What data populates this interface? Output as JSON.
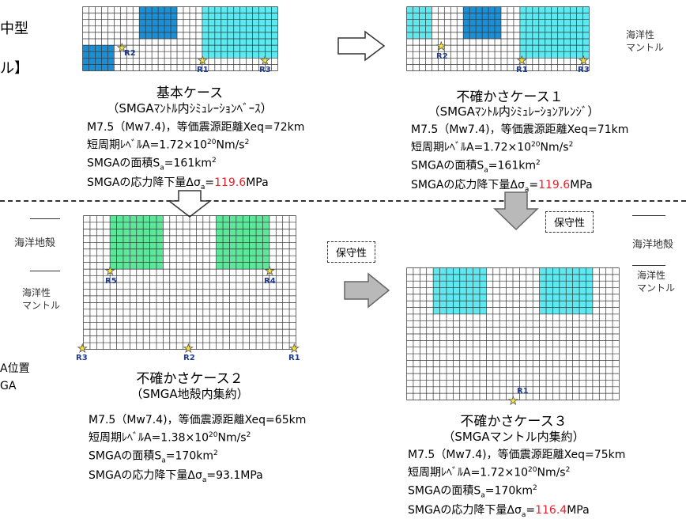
{
  "header": {
    "line1": "中型",
    "line2": "ル】"
  },
  "left_legend": {
    "line1": "A位置",
    "line2": "GA"
  },
  "side_labels": {
    "oceanic_mantle": "海洋性\nマントル",
    "oceanic_crust": "海洋地殻"
  },
  "badges": {
    "conservative": "保守性"
  },
  "cases": {
    "base": {
      "title": "基本ケース",
      "subtitle": "（SMGAﾏﾝﾄﾙ内ｼﾐｭﾚｰｼｮﾝﾍﾞｰｽ）",
      "p1": "M7.5（Mw7.4)，等価震源距離Xeq=72km",
      "p2_a": "短周期ﾚﾍﾞﾙA=1.72×10",
      "p2_exp": "20",
      "p2_b": "Nm/s",
      "p2_exp2": "2",
      "p3_a": "SMGAの面積S",
      "p3_sub": "a",
      "p3_b": "=161km",
      "p3_exp": "2",
      "p4_a": "SMGAの応力降下量Δσ",
      "p4_sub": "a",
      "p4_eq": "=",
      "p4_val": "119.6",
      "p4_unit": "MPa",
      "markers": [
        "R2",
        "R1",
        "R3"
      ]
    },
    "case1": {
      "title": "不確かさケース１",
      "subtitle": "（SMGAﾏﾝﾄﾙ内ｼﾐｭﾚｰｼｮﾝｱﾚﾝｼﾞ）",
      "p1": "M7.5（Mw7.4)，等価震源距離Xeq=71km",
      "p2_a": "短周期ﾚﾍﾞﾙA=1.72×10",
      "p2_exp": "20",
      "p2_b": "Nm/s",
      "p2_exp2": "2",
      "p3_a": "SMGAの面積S",
      "p3_sub": "a",
      "p3_b": "=161km",
      "p3_exp": "2",
      "p4_a": "SMGAの応力降下量Δσ",
      "p4_sub": "a",
      "p4_eq": "=",
      "p4_val": "119.6",
      "p4_unit": "MPa",
      "markers": [
        "R2",
        "R1",
        "R3"
      ]
    },
    "case2": {
      "title": "不確かさケース２",
      "subtitle": "（SMGA地殻内集約）",
      "p1": "M7.5（Mw7.4)，等価震源距離Xeq=65km",
      "p2_a": "短周期ﾚﾍﾞﾙA=1.38×10",
      "p2_exp": "20",
      "p2_b": "Nm/s",
      "p2_exp2": "2",
      "p3_a": "SMGAの面積S",
      "p3_sub": "a",
      "p3_b": "=170km",
      "p3_exp": "2",
      "p4_a": "SMGAの応力降下量Δσ",
      "p4_sub": "a",
      "p4_eq": "=",
      "p4_val": "93.1",
      "p4_unit": "MPa",
      "markers": [
        "R5",
        "R4",
        "R3",
        "R2",
        "R1"
      ]
    },
    "case3": {
      "title": "不確かさケース３",
      "subtitle": "（SMGAマントル内集約）",
      "p1": "M7.5（Mw7.4)，等価震源距離Xeq=75km",
      "p2_a": "短周期ﾚﾍﾞﾙA=1.72×10",
      "p2_exp": "20",
      "p2_b": "Nm/s",
      "p2_exp2": "2",
      "p3_a": "SMGAの面積S",
      "p3_sub": "a",
      "p3_b": "=170km",
      "p3_exp": "2",
      "p4_a": "SMGAの応力降下量Δσ",
      "p4_sub": "a",
      "p4_eq": "=",
      "p4_val": "116.4",
      "p4_unit": "MPa",
      "markers": [
        "R1"
      ]
    }
  },
  "colors": {
    "blue": "#1a8fd6",
    "cyan": "#5ee8ef",
    "green": "#5ce89a",
    "highlight": "#e8202a",
    "arrow_gray": "#b9b9b9"
  }
}
